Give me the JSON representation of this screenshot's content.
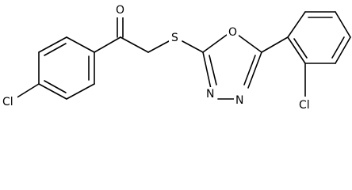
{
  "atoms": {
    "oxygen_carbonyl": "O",
    "sulfur": "S",
    "oxygen_ring": "O",
    "nitrogen_1": "N",
    "nitrogen_2": "N",
    "chlorine_para": "Cl",
    "chlorine_ortho": "Cl"
  }
}
